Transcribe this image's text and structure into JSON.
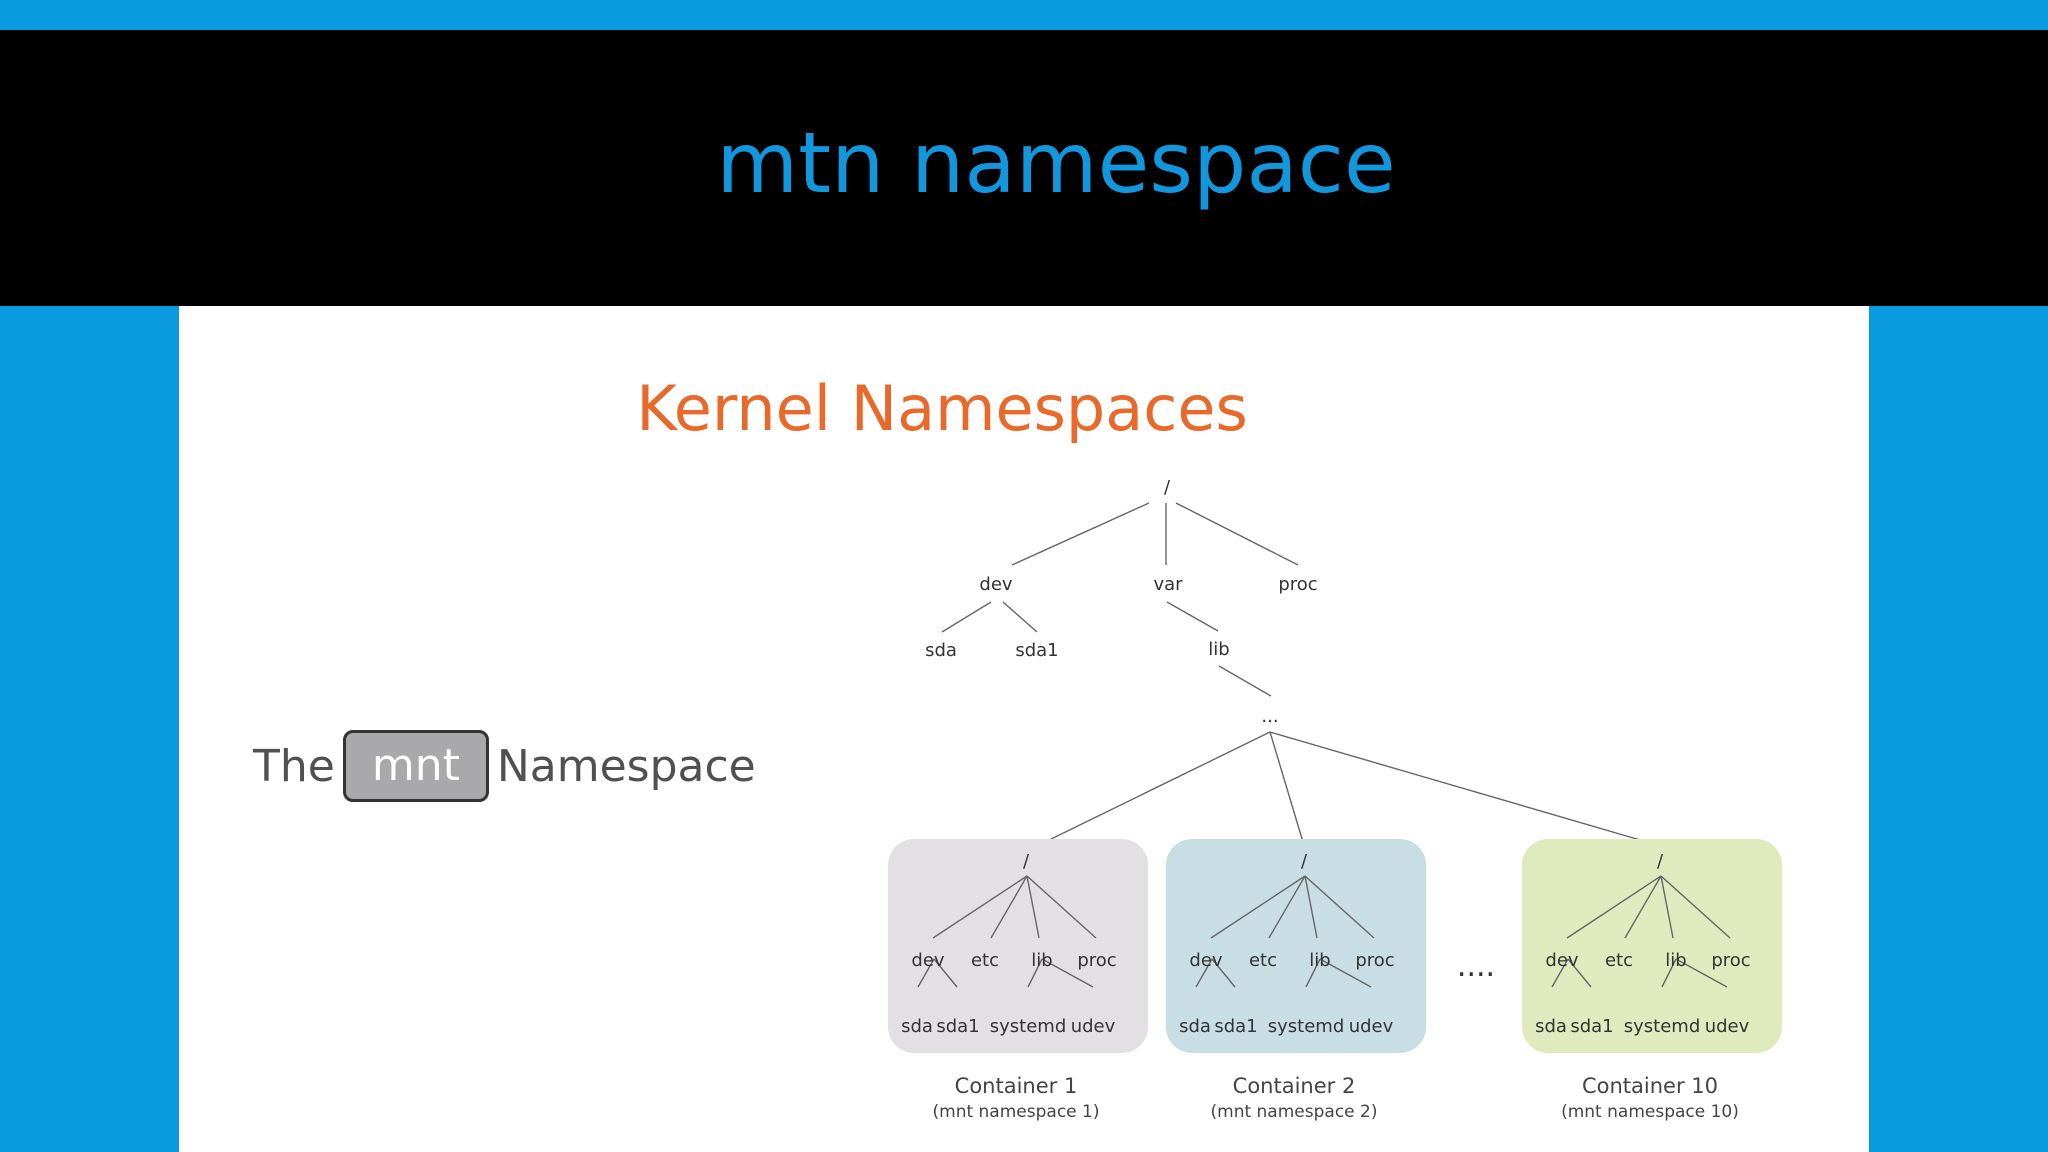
{
  "header": {
    "title": "mtn namespace"
  },
  "slide": {
    "title": "Kernel Namespaces",
    "label_prefix": "The",
    "label_box": "mnt",
    "label_suffix": "Namespace"
  },
  "host_tree": {
    "root": "/",
    "dev": "dev",
    "var": "var",
    "proc": "proc",
    "sda": "sda",
    "sda1": "sda1",
    "lib": "lib",
    "ellipsis": "..."
  },
  "containers": [
    {
      "root": "/",
      "dev": "dev",
      "etc": "etc",
      "lib": "lib",
      "proc": "proc",
      "sda": "sda",
      "sda1": "sda1",
      "systemd": "systemd",
      "udev": "udev",
      "caption": "Container 1",
      "subcaption": "(mnt namespace 1)",
      "color": "#e2e0e3"
    },
    {
      "root": "/",
      "dev": "dev",
      "etc": "etc",
      "lib": "lib",
      "proc": "proc",
      "sda": "sda",
      "sda1": "sda1",
      "systemd": "systemd",
      "udev": "udev",
      "caption": "Container 2",
      "subcaption": "(mnt namespace 2)",
      "color": "#c8dee4"
    },
    {
      "root": "/",
      "dev": "dev",
      "etc": "etc",
      "lib": "lib",
      "proc": "proc",
      "sda": "sda",
      "sda1": "sda1",
      "systemd": "systemd",
      "udev": "udev",
      "caption": "Container 10",
      "subcaption": "(mnt namespace 10)",
      "color": "#dfebbe"
    }
  ],
  "between_dots": "....",
  "colors": {
    "frame": "#0a9ae0",
    "header_bg": "#000000",
    "header_text": "#1296dc",
    "panel_title": "#e8692a"
  }
}
